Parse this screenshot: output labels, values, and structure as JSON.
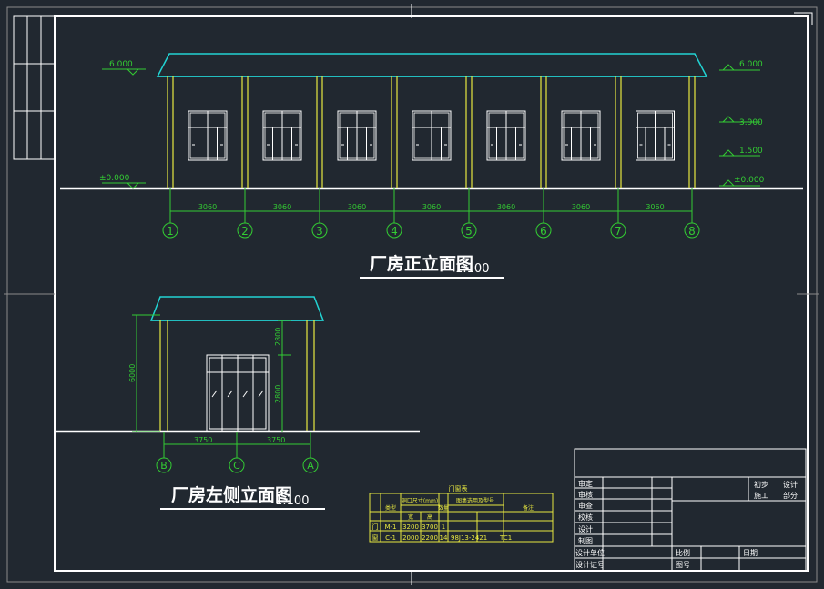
{
  "front_elevation": {
    "title": "厂房正立面图",
    "scale": "1:100",
    "left_levels": [
      "6.000",
      "±0.000"
    ],
    "right_levels": [
      "6.000",
      "3.900",
      "1.500",
      "±0.000"
    ],
    "dimensions": [
      "3060",
      "3060",
      "3060",
      "3060",
      "3060",
      "3060",
      "3060"
    ],
    "axes": [
      "1",
      "2",
      "3",
      "4",
      "5",
      "6",
      "7",
      "8"
    ]
  },
  "side_elevation": {
    "title": "厂房左侧立面图",
    "scale": "1:100",
    "height_total": "6000",
    "height_upper": "2800",
    "height_door": "2800",
    "dimensions": [
      "3750",
      "3750"
    ],
    "axes": [
      "B",
      "C",
      "A"
    ]
  },
  "door_window_table": {
    "title": "门窗表",
    "headers": [
      "类型",
      "洞口尺寸(mm)",
      "",
      "数量",
      "图集选用及型号",
      "",
      "备注"
    ],
    "subheaders": [
      "",
      "宽",
      "高",
      "",
      "",
      ""
    ],
    "rows": [
      [
        "门",
        "M-1",
        "3200",
        "3700",
        "1",
        "",
        ""
      ],
      [
        "窗",
        "C-1",
        "2000",
        "2200",
        "14",
        "98J13-2421",
        "TC1"
      ]
    ]
  },
  "title_block": {
    "rows": [
      "审定",
      "审核",
      "审查",
      "校核",
      "设计",
      "制图"
    ],
    "right_labels": [
      "初步",
      "设计",
      "施工",
      "部分"
    ],
    "bottom_left": [
      "设计单位",
      "设计证号"
    ],
    "bottom_mid": [
      "比例",
      "图号"
    ],
    "bottom_right": [
      "日期"
    ]
  },
  "colors": {
    "background": "#212830",
    "frame": "#ffffff",
    "roof": "#22d3d3",
    "columns": "#e8e840",
    "dimensions": "#33cc33",
    "windows": "#ffffff",
    "table": "#e8e840"
  }
}
